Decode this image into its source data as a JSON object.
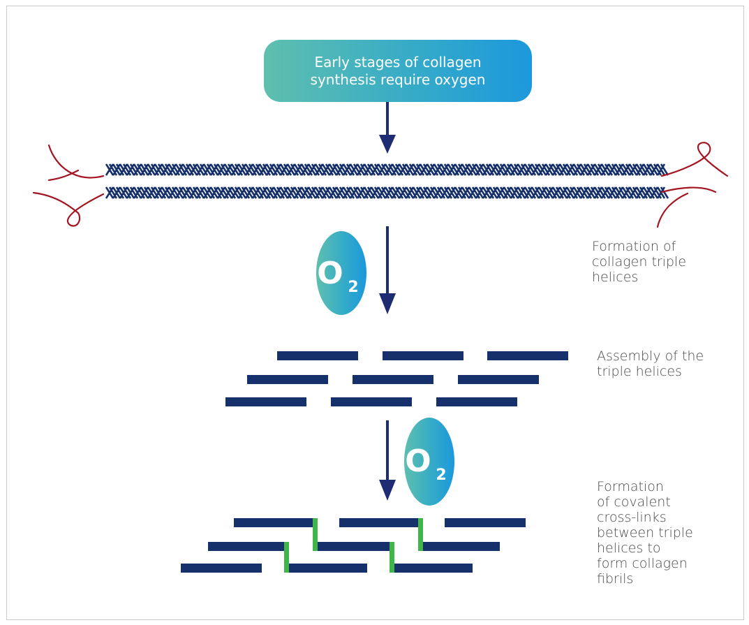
{
  "title": "Early stages of collagen\nsynthesis require oxygen",
  "oxygen_label": {
    "main": "O",
    "sub": "2"
  },
  "steps": [
    {
      "label": "Formation of\ncollagen triple\nhelices"
    },
    {
      "label": "Assembly of the\ntriple helices"
    },
    {
      "label": "Formation\nof covalent\ncross-links\nbetween triple\nhelices to\nform collagen\nfibrils"
    }
  ],
  "colors": {
    "navy": "#16306b",
    "arrow": "#1e2c73",
    "red_strand": "#a31622",
    "crosslink": "#3fb54a",
    "gradient_start": "#5fbfae",
    "gradient_end": "#1c98dc",
    "caption_text": "#4a4a4a"
  }
}
